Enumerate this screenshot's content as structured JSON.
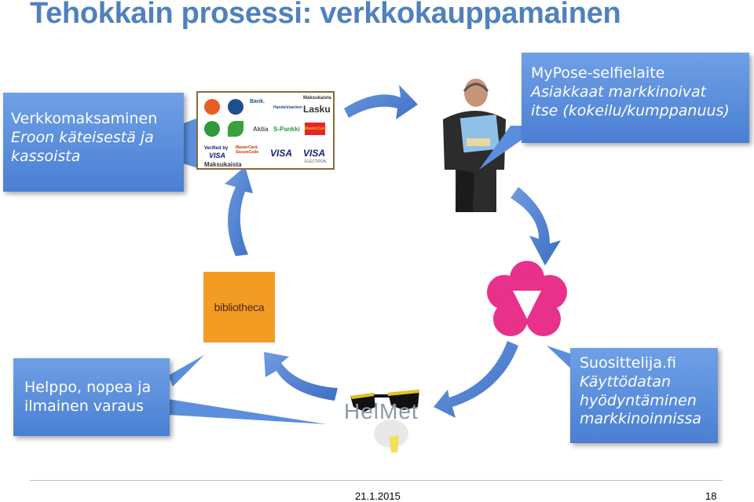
{
  "title": "Tehokkain prosessi: verkkokauppamainen",
  "callouts": {
    "payment": {
      "line1": "Verkkomaksaminen",
      "line2": "Eroon käteisestä ja",
      "line3": "kassoista"
    },
    "mypose": {
      "line1": "MyPose-selfielaite",
      "line2": "Asiakkaat markkinoivat",
      "line3": "itse (kokeilu/kumppanuus)"
    },
    "reservation": {
      "line1": "Helppo, nopea ja",
      "line2": "ilmainen varaus"
    },
    "suosittelija": {
      "line1": "Suosittelija.fi",
      "line2": "Käyttödatan",
      "line3": "hyödyntäminen",
      "line4": "markkinoinnissa"
    }
  },
  "payment_logos": {
    "bank1": "Bank.",
    "hb": "Handelsbanken",
    "maksukaista": "Maksukaista",
    "lasku": "Lasku",
    "aktia": "Aktia",
    "spankki": "S-Pankki",
    "mastercard": "MasterCard",
    "verified": "Verified by",
    "verified_visa": "VISA",
    "securecode": "MasterCard. SecureCode",
    "visa": "VISA",
    "visa_electron": "VISA",
    "electron": "ELECTRON",
    "maksukaista_bottom": "Maksukaista"
  },
  "bibliotheca": {
    "text": "bibliotheca"
  },
  "helmet": {
    "text": "HelMet"
  },
  "footer": {
    "date": "21.1.2015",
    "page": "18"
  },
  "colors": {
    "title": "#4f81bd",
    "callout": "#5b8fdd",
    "arrow": "#4f81bd",
    "bibliotheca": "#f39c24",
    "suosittelija": "#e8318a"
  }
}
